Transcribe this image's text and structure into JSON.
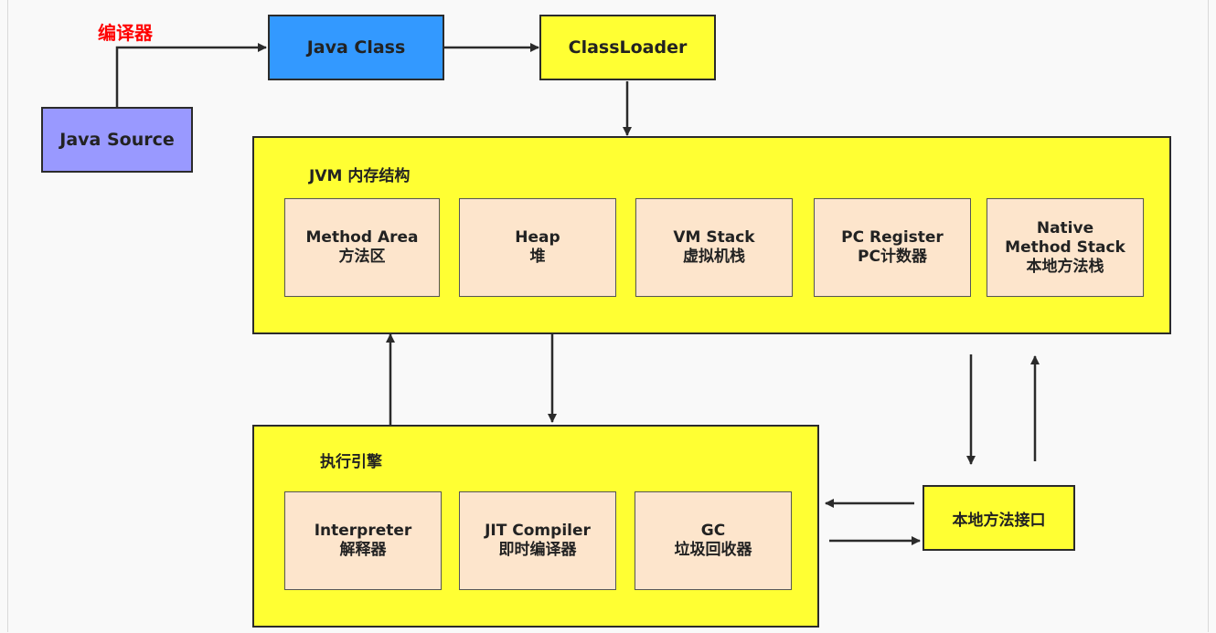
{
  "colors": {
    "java_source": "#9999ff",
    "java_class": "#3399ff",
    "yellow": "#ffff33",
    "inner": "#fde5cc",
    "compiler_label": "#ff0000",
    "line": "#2b2b2b"
  },
  "compiler_label": "编译器",
  "java_source": "Java Source",
  "java_class": "Java Class",
  "class_loader": "ClassLoader",
  "jvm_memory": {
    "title": "JVM 内存结构",
    "areas": [
      {
        "lines": [
          "Method Area",
          "方法区"
        ]
      },
      {
        "lines": [
          "Heap",
          "堆"
        ]
      },
      {
        "lines": [
          "VM Stack",
          "虚拟机栈"
        ]
      },
      {
        "lines": [
          "PC Register",
          "PC计数器"
        ]
      },
      {
        "lines": [
          "Native",
          "Method Stack",
          "本地方法栈"
        ]
      }
    ]
  },
  "execution_engine": {
    "title": "执行引擎",
    "parts": [
      {
        "lines": [
          "Interpreter",
          "解释器"
        ]
      },
      {
        "lines": [
          "JIT Compiler",
          "即时编译器"
        ]
      },
      {
        "lines": [
          "GC",
          "垃圾回收器"
        ]
      }
    ]
  },
  "native_interface": "本地方法接口"
}
